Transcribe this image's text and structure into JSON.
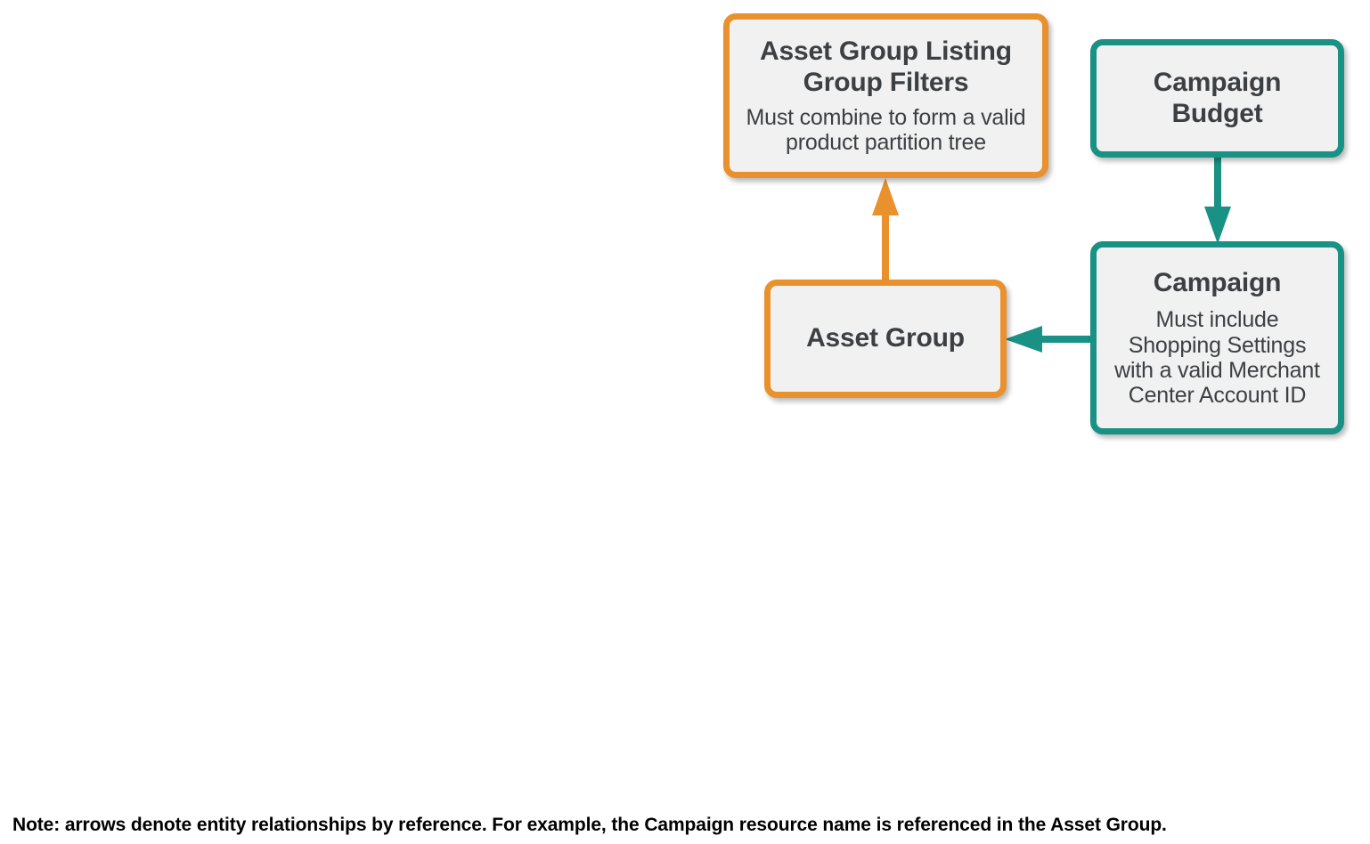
{
  "diagram": {
    "nodes": [
      {
        "id": "asset-group-listing-group-filters",
        "title": "Asset Group Listing Group Filters",
        "description": "Must combine to form a valid product partition tree",
        "color": "#E8912D",
        "fill": "#F1F1F1",
        "text_color": "#3C4043"
      },
      {
        "id": "campaign-budget",
        "title": "Campaign Budget",
        "description": "",
        "color": "#199184",
        "fill": "#F1F1F1",
        "text_color": "#3C4043"
      },
      {
        "id": "asset-group",
        "title": "Asset Group",
        "description": "",
        "color": "#E8912D",
        "fill": "#F1F1F1",
        "text_color": "#3C4043"
      },
      {
        "id": "campaign",
        "title": "Campaign",
        "description": "Must include Shopping Settings with a valid Merchant Center Account ID",
        "color": "#199184",
        "fill": "#F1F1F1",
        "text_color": "#3C4043"
      }
    ],
    "edges": [
      {
        "id": "asset-group-to-listing-group-filters",
        "from": "asset-group",
        "to": "asset-group-listing-group-filters",
        "direction": "up",
        "color": "#E8912D"
      },
      {
        "id": "campaign-budget-to-campaign",
        "from": "campaign-budget",
        "to": "campaign",
        "direction": "down",
        "color": "#199184"
      },
      {
        "id": "campaign-to-asset-group",
        "from": "campaign",
        "to": "asset-group",
        "direction": "left",
        "color": "#199184"
      }
    ],
    "footer_note": "Note: arrows denote entity relationships by reference. For example, the Campaign resource name is referenced in the Asset Group."
  }
}
